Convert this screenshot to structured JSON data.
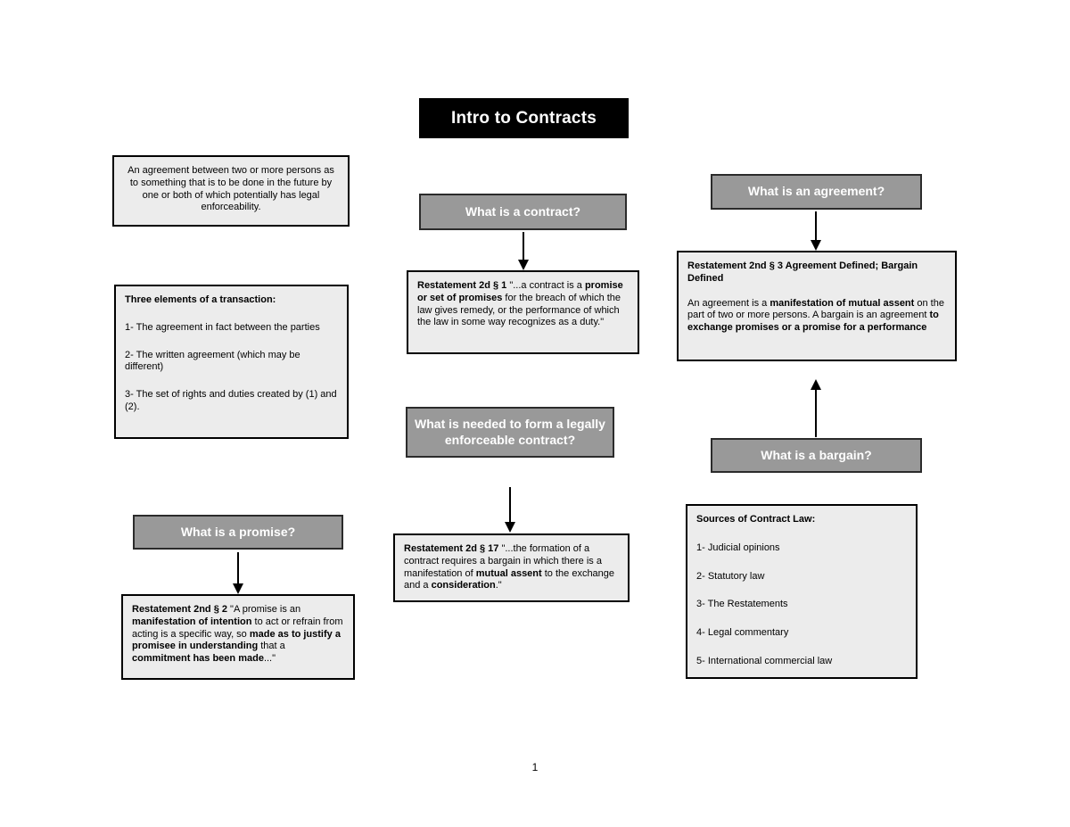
{
  "title": {
    "label": "Intro to Contracts"
  },
  "headers": {
    "contract": {
      "label": "What is a contract?"
    },
    "needed": {
      "label": "What is needed to form a legally enforceable contract?"
    },
    "promise": {
      "label": "What is a promise?"
    },
    "agreement": {
      "label": "What is an agreement?"
    },
    "bargain": {
      "label": "What is a bargain?"
    }
  },
  "boxes": {
    "definition": {
      "paragraphs": [
        [
          {
            "t": "An agreement between two or more persons as to something that is to be done in the future by one or both of which potentially has legal enforceability.",
            "b": false
          }
        ]
      ]
    },
    "three_elements": {
      "paragraphs": [
        [
          {
            "t": "Three elements of a transaction:",
            "b": true
          }
        ],
        [
          {
            "t": "1- The agreement in fact between the parties",
            "b": false
          }
        ],
        [
          {
            "t": "2- The written agreement (which may be different)",
            "b": false
          }
        ],
        [
          {
            "t": "3- The set of rights and duties created by (1) and (2).",
            "b": false
          }
        ]
      ]
    },
    "restatement_1": {
      "paragraphs": [
        [
          {
            "t": "Restatement 2d § 1 ",
            "b": true
          },
          {
            "t": "\"...a contract is a ",
            "b": false
          },
          {
            "t": "promise or set of promises",
            "b": true
          },
          {
            "t": " for the breach of which the law gives remedy, or the performance of which the law in some way recognizes as a duty.\"",
            "b": false
          }
        ]
      ]
    },
    "restatement_17": {
      "paragraphs": [
        [
          {
            "t": "Restatement 2d § 17 ",
            "b": true
          },
          {
            "t": "\"...the formation of a contract requires a bargain in which there is a manifestation of ",
            "b": false
          },
          {
            "t": "mutual assent",
            "b": true
          },
          {
            "t": " to the exchange and a ",
            "b": false
          },
          {
            "t": "consideration",
            "b": true
          },
          {
            "t": ".\"",
            "b": false
          }
        ]
      ]
    },
    "restatement_2": {
      "paragraphs": [
        [
          {
            "t": "Restatement 2nd § 2 ",
            "b": true
          },
          {
            "t": "\"A promise is an ",
            "b": false
          },
          {
            "t": "manifestation of intention",
            "b": true
          },
          {
            "t": " to act or refrain from acting is a specific way, so ",
            "b": false
          },
          {
            "t": "made as to justify a promisee in understanding",
            "b": true
          },
          {
            "t": " that a ",
            "b": false
          },
          {
            "t": "commitment has been made",
            "b": true
          },
          {
            "t": "...\"",
            "b": false
          }
        ]
      ]
    },
    "restatement_3": {
      "paragraphs": [
        [
          {
            "t": "Restatement 2nd § 3 Agreement Defined; Bargain Defined",
            "b": true
          }
        ],
        [
          {
            "t": "An agreement is a ",
            "b": false
          },
          {
            "t": "manifestation of mutual assent",
            "b": true
          },
          {
            "t": " on the part of two or more persons. A bargain is an agreement ",
            "b": false
          },
          {
            "t": "to exchange promises or a promise for a performance",
            "b": true
          }
        ]
      ]
    },
    "sources": {
      "paragraphs": [
        [
          {
            "t": "Sources of Contract Law:",
            "b": true
          }
        ],
        [
          {
            "t": "1- Judicial opinions",
            "b": false
          }
        ],
        [
          {
            "t": "2- Statutory law",
            "b": false
          }
        ],
        [
          {
            "t": "3- The Restatements",
            "b": false
          }
        ],
        [
          {
            "t": "4- Legal commentary",
            "b": false
          }
        ],
        [
          {
            "t": "5- International commercial law",
            "b": false
          }
        ]
      ]
    }
  },
  "footer": {
    "page_number": "1"
  },
  "colors": {
    "page_bg": "#ffffff",
    "title_bg": "#000000",
    "title_text": "#ffffff",
    "header_fill": "#999999",
    "header_border": "#2b2b2b",
    "header_text": "#ffffff",
    "box_fill": "#ececec",
    "box_border": "#000000",
    "arrow": "#000000"
  }
}
